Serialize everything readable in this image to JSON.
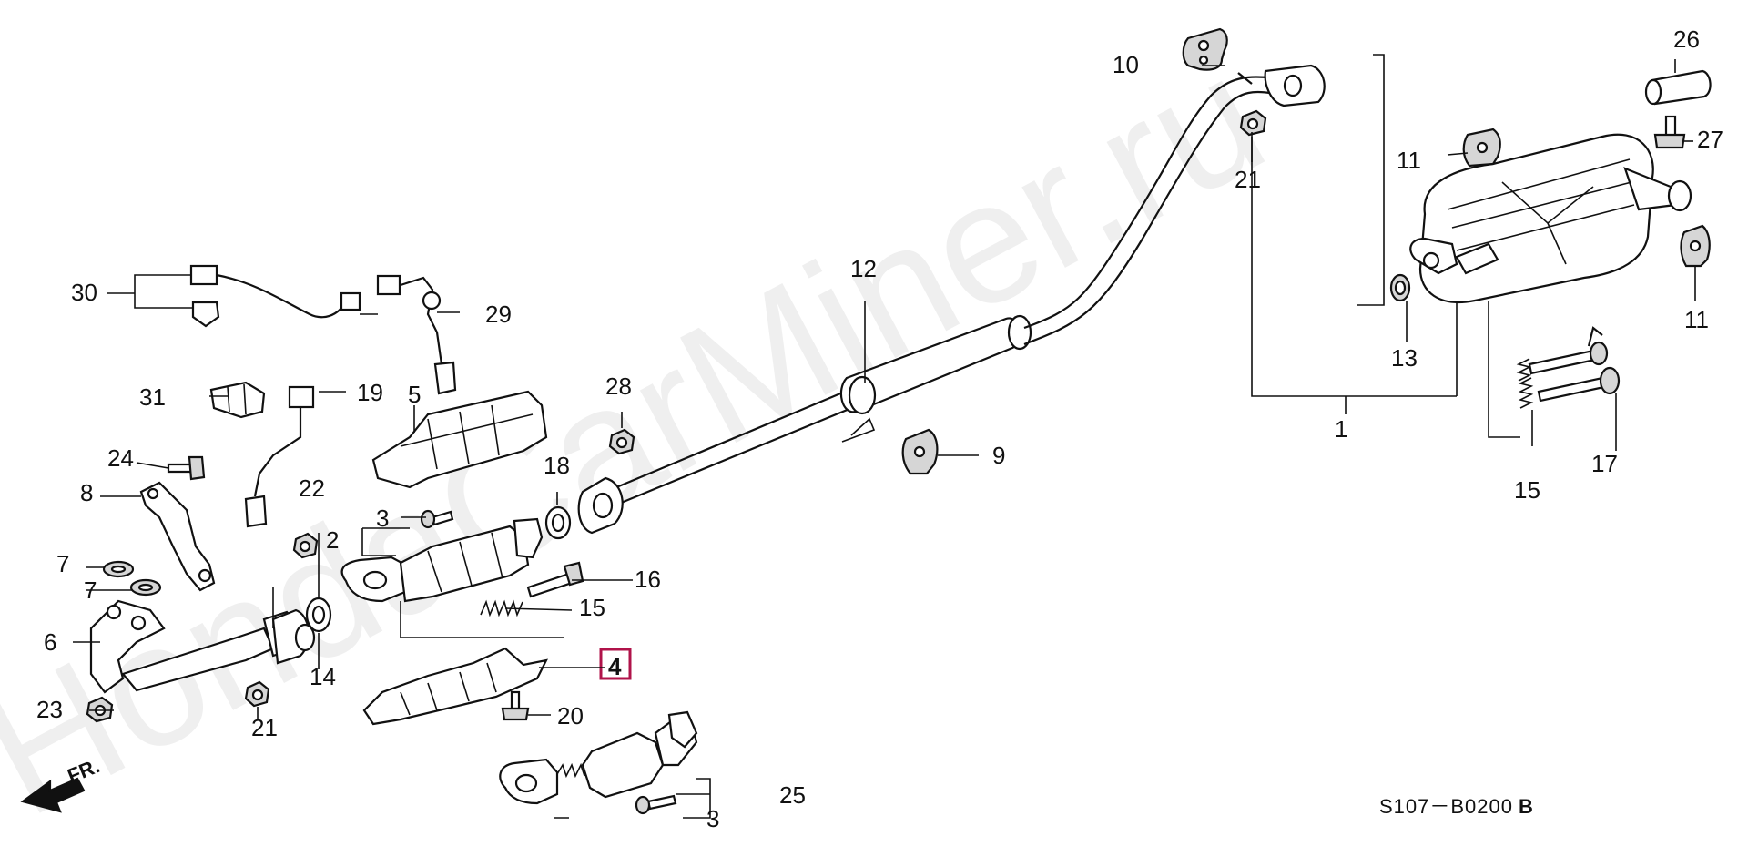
{
  "watermark": "HondaCarMiner.ru",
  "diagram_code": "S107－B0200",
  "diagram_code_suffix": "B",
  "direction_label": "FR.",
  "highlighted_part": "4",
  "callouts": {
    "p1": "1",
    "p2": "2",
    "p3a": "3",
    "p3b": "3",
    "p4": "4",
    "p5": "5",
    "p6": "6",
    "p7a": "7",
    "p7b": "7",
    "p8": "8",
    "p9": "9",
    "p10": "10",
    "p11a": "11",
    "p11b": "11",
    "p12": "12",
    "p13": "13",
    "p14": "14",
    "p15a": "15",
    "p15b": "15",
    "p16": "16",
    "p17": "17",
    "p18": "18",
    "p19": "19",
    "p20": "20",
    "p21a": "21",
    "p21b": "21",
    "p22": "22",
    "p23": "23",
    "p24": "24",
    "p25": "25",
    "p26": "26",
    "p27": "27",
    "p28": "28",
    "p29": "29",
    "p30": "30",
    "p31": "31"
  }
}
